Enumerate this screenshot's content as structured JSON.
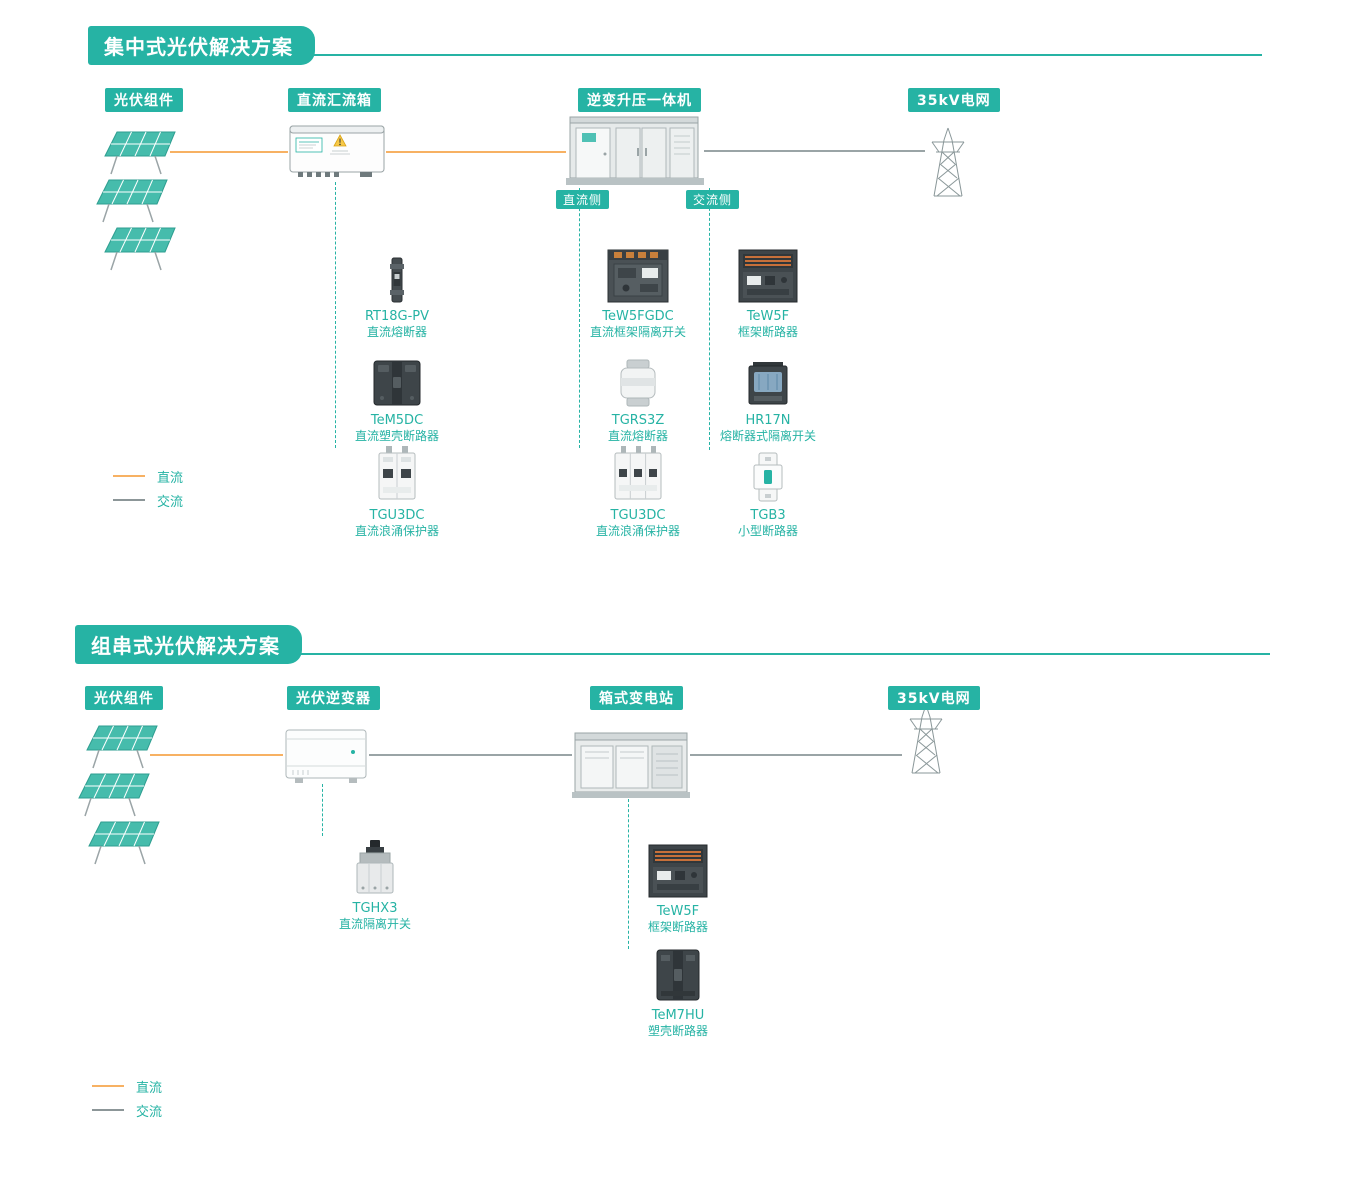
{
  "colors": {
    "teal": "#26B3A4",
    "dc_orange": "#F7B163",
    "ac_gray": "#9AA4A6"
  },
  "section1": {
    "title": "集中式光伏解决方案",
    "columns": [
      "光伏组件",
      "直流汇流箱",
      "逆变升压一体机",
      "35kV电网"
    ],
    "branches": {
      "dc": "直流侧",
      "ac": "交流侧"
    },
    "products": {
      "combiner": [
        {
          "model": "RT18G-PV",
          "name": "直流熔断器"
        },
        {
          "model": "TeM5DC",
          "name": "直流塑壳断路器"
        },
        {
          "model": "TGU3DC",
          "name": "直流浪涌保护器"
        }
      ],
      "dc_side": [
        {
          "model": "TeW5FGDC",
          "name": "直流框架隔离开关"
        },
        {
          "model": "TGRS3Z",
          "name": "直流熔断器"
        },
        {
          "model": "TGU3DC",
          "name": "直流浪涌保护器"
        }
      ],
      "ac_side": [
        {
          "model": "TeW5F",
          "name": "框架断路器"
        },
        {
          "model": "HR17N",
          "name": "熔断器式隔离开关"
        },
        {
          "model": "TGB3",
          "name": "小型断路器"
        }
      ]
    },
    "legend": {
      "dc": "直流",
      "ac": "交流"
    }
  },
  "section2": {
    "title": "组串式光伏解决方案",
    "columns": [
      "光伏组件",
      "光伏逆变器",
      "箱式变电站",
      "35kV电网"
    ],
    "products": {
      "inverter": [
        {
          "model": "TGHX3",
          "name": "直流隔离开关"
        }
      ],
      "substation": [
        {
          "model": "TeW5F",
          "name": "框架断路器"
        },
        {
          "model": "TeM7HU",
          "name": "塑壳断路器"
        }
      ]
    },
    "legend": {
      "dc": "直流",
      "ac": "交流"
    }
  }
}
